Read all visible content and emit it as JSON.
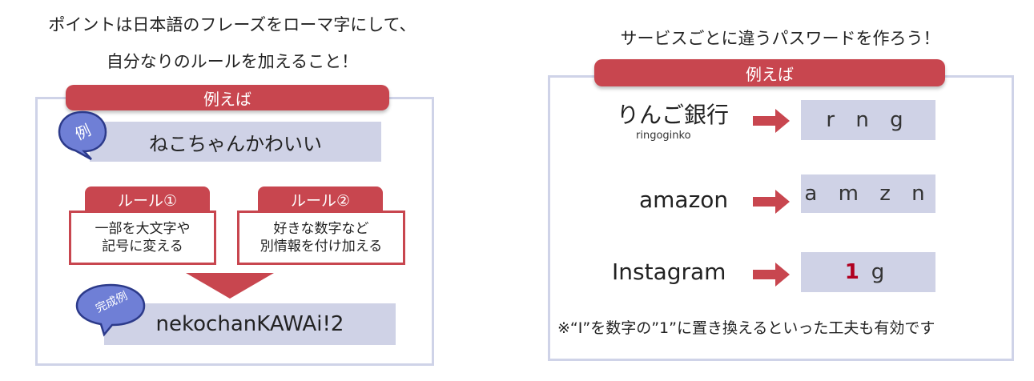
{
  "left": {
    "heading_line1": "ポイントは日本語のフレーズをローマ字にして、",
    "heading_line2": "自分なりのルールを加えること！",
    "tab_label": "例えば",
    "example_badge": "例",
    "phrase": "ねこちゃんかわいい",
    "rule1": {
      "title": "ルール①",
      "line1": "一部を大文字や",
      "line2": "記号に変える"
    },
    "rule2": {
      "title": "ルール②",
      "line1": "好きな数字など",
      "line2": "別情報を付け加える"
    },
    "result_badge": "完成例",
    "result": "nekochanKAWAi!2"
  },
  "right": {
    "heading": "サービスごとに違うパスワードを作ろう！",
    "tab_label": "例えば",
    "rows": [
      {
        "service": "りんご銀行",
        "reading": "ringoginko",
        "password": "r n g"
      },
      {
        "service": "amazon",
        "reading": "",
        "password": "a m z n"
      },
      {
        "service": "Instagram",
        "reading": "",
        "password_highlight": "1",
        "password_rest": "g"
      }
    ],
    "note": "※“I”を数字の”1”に置き換えるといった工夫も有効です"
  },
  "colors": {
    "accent_red": "#c8464f",
    "grey_box": "#cfd2e6",
    "frame": "#cfd3e8",
    "badge_blue": "#6f7fd6",
    "highlight_red": "#b00020"
  },
  "icons": {
    "arrow": "right-arrow-icon",
    "down_arrow": "down-triangle-icon",
    "badge": "speech-bubble-icon"
  }
}
